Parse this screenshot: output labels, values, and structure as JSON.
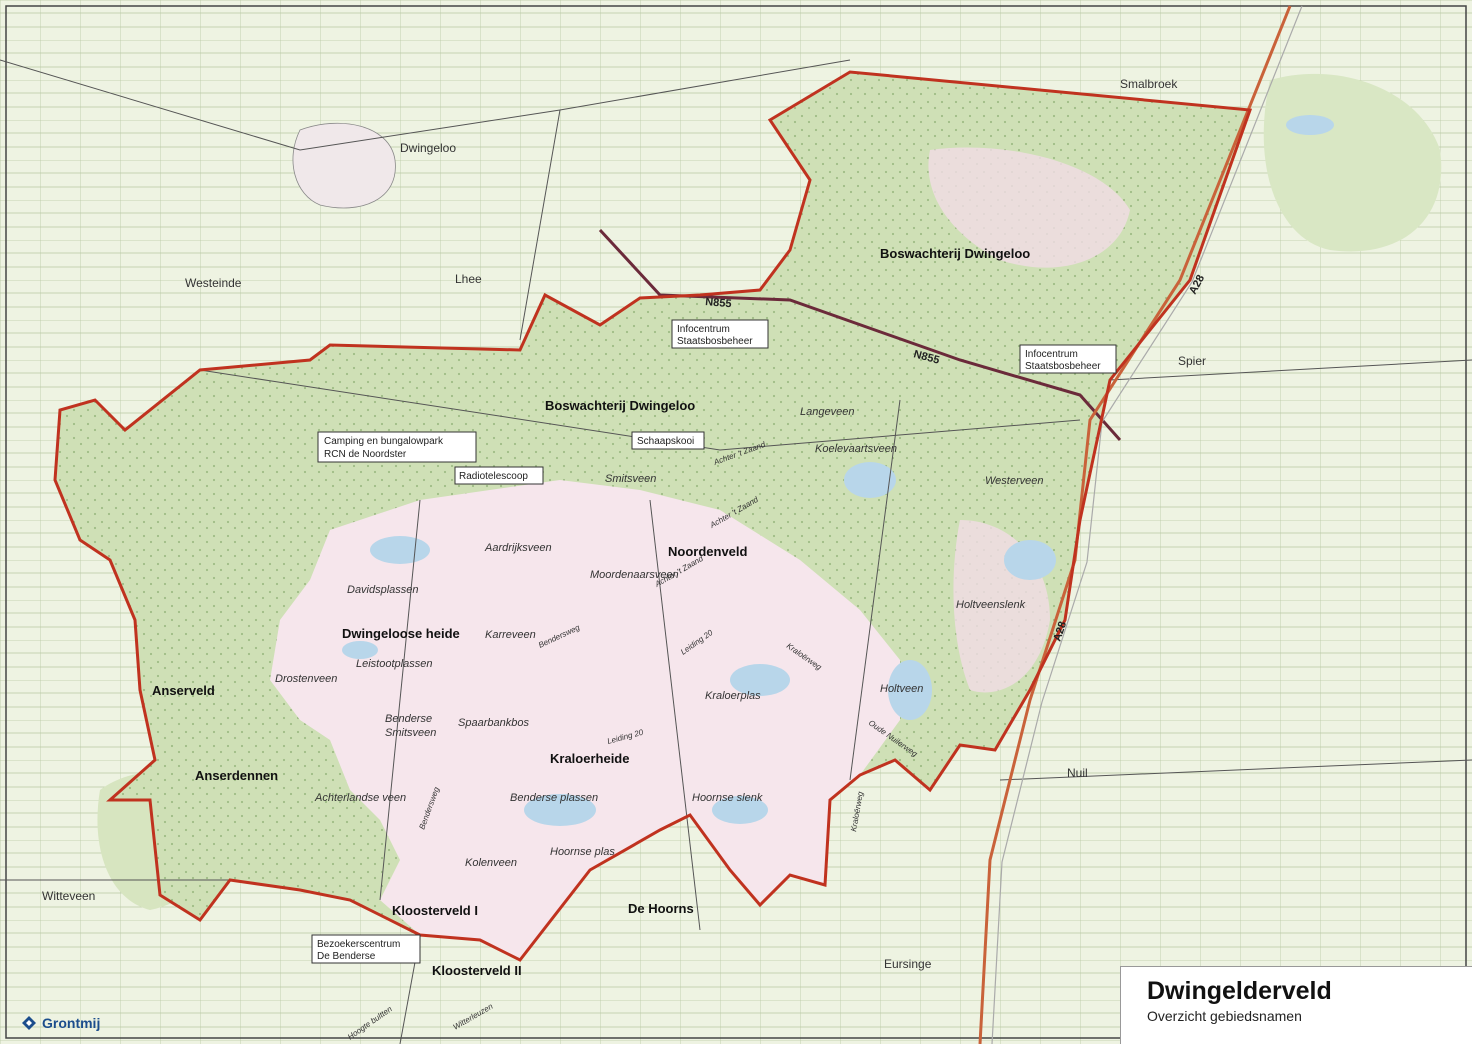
{
  "map": {
    "title": "Dwingelderveld",
    "subtitle": "Overzicht gebiedsnamen",
    "logo_text": "Grontmij",
    "colors": {
      "boundary": "#c0321f",
      "forest": "#cfe0b6",
      "heath": "#f6e6ec",
      "farmland": "#eef3e2",
      "water": "#b8d6ea",
      "road": "#6b2a3a",
      "motorway": "#c9623a"
    },
    "places": {
      "dwingeloo": "Dwingeloo",
      "westeinde": "Westeinde",
      "lhee": "Lhee",
      "smalbroek": "Smalbroek",
      "spier": "Spier",
      "nuil": "Nuil",
      "witteveen": "Witteveen",
      "eursinge": "Eursinge"
    },
    "areas": {
      "boswachterij_north": "Boswachterij Dwingeloo",
      "boswachterij_center": "Boswachterij Dwingeloo",
      "noordenveld": "Noordenveld",
      "dwingeloose_heide": "Dwingeloose heide",
      "anserveld": "Anserveld",
      "anserdennen": "Anserdennen",
      "kraloerheide": "Kraloerheide",
      "kloosterveld_i": "Kloosterveld I",
      "kloosterveld_ii": "Kloosterveld II",
      "de_hoorns": "De Hoorns"
    },
    "features": {
      "langeveen": "Langeveen",
      "koelevaartsveen": "Koelevaartsveen",
      "westerveen": "Westerveen",
      "smitsveen": "Smitsveen",
      "aardrijksveen": "Aardrijksveen",
      "moordenaarsveen": "Moordenaarsveen",
      "davidsplassen": "Davidsplassen",
      "holtveenslenk": "Holtveenslenk",
      "karreveen": "Karreveen",
      "leisteotplassen": "Leistootplassen",
      "drostenveen": "Drostenveen",
      "kraloerplas": "Kraloerplas",
      "holtveen": "Holtveen",
      "benderse_smitsveen_1": "Benderse",
      "benderse_smitsveen_2": "Smitsveen",
      "spaarbankbos": "Spaarbankbos",
      "achterlandse_veen": "Achterlandse veen",
      "benderse_plassen": "Benderse plassen",
      "hoornse_slenk": "Hoornse slenk",
      "hoornse_plas": "Hoornse plas",
      "kolenveen": "Kolenveen"
    },
    "roads": {
      "n855_a": "N855",
      "n855_b": "N855",
      "a28_a": "A28",
      "a28_b": "A28",
      "achter_zaand_1": "Achter 't Zaand",
      "achter_zaand_2": "Achter 't Zaand",
      "achter_zaand_3": "Achter 't Zaand",
      "bendersweg_1": "Bendersweg",
      "bendersweg_2": "Bendersweg",
      "leiding_20a": "Leiding 20",
      "leiding_20b": "Leiding 20",
      "kraloerweg": "Kraloërweg",
      "oude_nuilerweg": "Oude Nuilerweg",
      "kraloerweg_2": "Kraloërweg",
      "hoogte_bultten": "Hoogte bultten",
      "witterweg": "Witterleuzen"
    },
    "boxes": {
      "infocentrum_1_line1": "Infocentrum",
      "infocentrum_1_line2": "Staatsbosbeheer",
      "infocentrum_2_line1": "Infocentrum",
      "infocentrum_2_line2": "Staatsbosbeheer",
      "camping_line1": "Camping en bungalowpark",
      "camping_line2": "RCN de Noordster",
      "radiotelescoop": "Radiotelescoop",
      "schaapskooi": "Schaapskooi",
      "bezoekers_line1": "Bezoekerscentrum",
      "bezoekers_line2": "De Benderse"
    }
  }
}
